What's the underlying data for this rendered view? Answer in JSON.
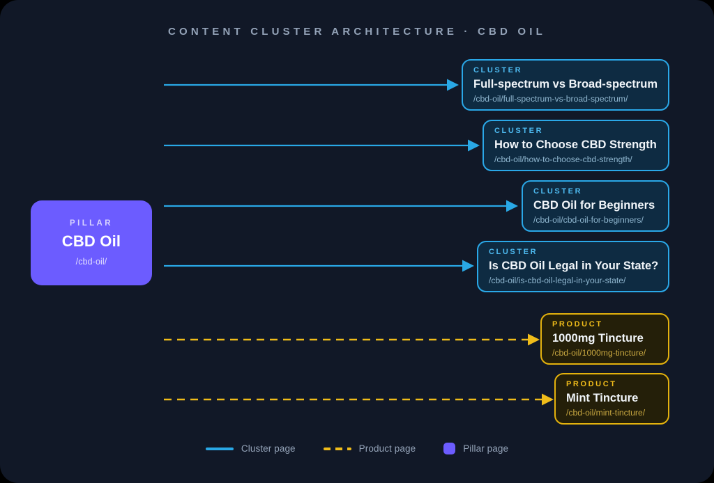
{
  "title": "CONTENT CLUSTER ARCHITECTURE · CBD OIL",
  "colors": {
    "canvas_bg": "#111827",
    "cluster_line": "#29a8e6",
    "cluster_border": "#2aa8e8",
    "cluster_fill": "#0e2b42",
    "product_line": "#f0bc1a",
    "product_border": "#e4b20d",
    "product_fill": "#241f09",
    "pillar_fill": "#6c5cff",
    "title_color": "#94a3b8"
  },
  "pillar": {
    "kicker": "PILLAR",
    "title": "CBD Oil",
    "url": "/cbd-oil/"
  },
  "clusters": [
    {
      "kicker": "CLUSTER",
      "title": "Full-spectrum vs Broad-spectrum",
      "url": "/cbd-oil/full-spectrum-vs-broad-spectrum/"
    },
    {
      "kicker": "CLUSTER",
      "title": "How to Choose CBD Strength",
      "url": "/cbd-oil/how-to-choose-cbd-strength/"
    },
    {
      "kicker": "CLUSTER",
      "title": "CBD Oil for Beginners",
      "url": "/cbd-oil/cbd-oil-for-beginners/"
    },
    {
      "kicker": "CLUSTER",
      "title": "Is CBD Oil Legal in Your State?",
      "url": "/cbd-oil/is-cbd-oil-legal-in-your-state/"
    }
  ],
  "products": [
    {
      "kicker": "PRODUCT",
      "title": "1000mg Tincture",
      "url": "/cbd-oil/1000mg-tincture/"
    },
    {
      "kicker": "PRODUCT",
      "title": "Mint Tincture",
      "url": "/cbd-oil/mint-tincture/"
    }
  ],
  "legend": [
    {
      "style": "solid-line",
      "label": "Cluster page"
    },
    {
      "style": "dashed-line",
      "label": "Product page"
    },
    {
      "style": "square-swatch",
      "label": "Pillar page"
    }
  ]
}
